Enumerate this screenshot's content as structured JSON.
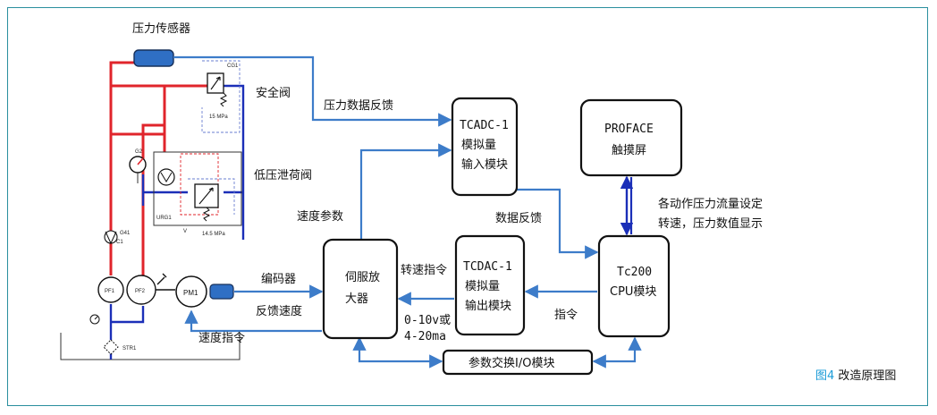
{
  "sensor_label": "压力传感器",
  "valves": {
    "safety": "安全阀",
    "low_pressure": "低压泄荷阀",
    "cg1": "CG1",
    "cg1_pressure": "15 MPa",
    "urg1": "URG1",
    "urg1_pressure": "14.5 MPa",
    "g2": "G2",
    "g41": "G41",
    "c1": "C1",
    "v": "V",
    "pf1": "PF1",
    "pf2": "PF2",
    "pm1": "PM1",
    "str1": "STR1"
  },
  "blocks": {
    "tcadc": [
      "TCADC-1",
      "模拟量",
      "输入模块"
    ],
    "proface": [
      "PROFACE",
      "触摸屏"
    ],
    "servo": [
      "伺服放",
      "大器"
    ],
    "tcdac": [
      "TCDAC-1",
      "模拟量",
      "输出模块"
    ],
    "tc200": [
      "Tc200",
      "CPU模块"
    ],
    "io": "参数交换I/O模块"
  },
  "signals": {
    "pressure_feedback": "压力数据反馈",
    "speed_param": "速度参数",
    "data_feedback": "数据反馈",
    "speed_cmd_short": "转速指令",
    "range1": "0-10v或",
    "range2": "4-20ma",
    "cmd": "指令",
    "encoder": "编码器",
    "speed_feedback": "反馈速度",
    "speed_cmd": "速度指令",
    "touch1": "各动作压力流量设定",
    "touch2": "转速，压力数值显示"
  },
  "caption": {
    "prefix": "图4",
    "text": " 改造原理图"
  },
  "colors": {
    "frame": "#2a8f9e",
    "signal_line": "#3d7cc9",
    "hydraulic_pressure": "#e0242b",
    "hydraulic_return": "#1b2fb8",
    "sensor": "#2f6fc4",
    "caption_prefix": "#1a9bd7"
  }
}
